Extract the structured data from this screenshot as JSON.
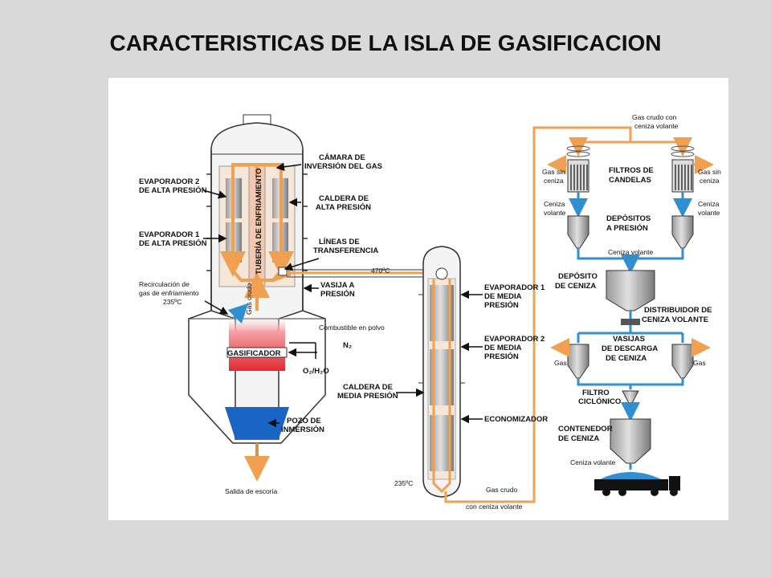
{
  "title": "CARACTERISTICAS DE LA ISLA DE GASIFICACION",
  "labels": {
    "camara_inversion": [
      "CÁMARA DE",
      "INVERSIÓN DEL GAS"
    ],
    "evaporador2_alta": [
      "EVAPORADOR 2",
      "DE ALTA PRESIÓN"
    ],
    "caldera_alta": [
      "CALDERA DE",
      "ALTA PRESIÓN"
    ],
    "evaporador1_alta": [
      "EVAPORADOR 1",
      "DE ALTA PRESIÓN"
    ],
    "lineas_transferencia": [
      "LÍNEAS DE",
      "TRANSFERENCIA"
    ],
    "tuberia_enfriamiento": "TUBERÍA DE ENFRIAMIENTO",
    "gas_crudo_vertical": "Gas crudo",
    "temp_470": "470ºC",
    "vasija_presion": [
      "VASIJA A",
      "PRESIÓN"
    ],
    "recirculacion": [
      "Recirculación de",
      "gas de enfriamiento",
      "235ºC"
    ],
    "combustible": "Combustible en polvo",
    "n2": "N₂",
    "gasificador": "GASIFICADOR",
    "o2_h2o": "O₂/H₂O",
    "pozo": [
      "POZO DE",
      "INMERSIÓN"
    ],
    "salida_escoria": "Salida de escoria",
    "evaporador1_media": [
      "EVAPORADOR 1",
      "DE MEDIA",
      "PRESIÓN"
    ],
    "evaporador2_media": [
      "EVAPORADOR 2",
      "DE MEDIA",
      "PRESIÓN"
    ],
    "caldera_media": [
      "CALDERA DE",
      "MEDIA PRESIÓN"
    ],
    "economizador": "ECONOMIZADOR",
    "temp_235": "235ºC",
    "gas_crudo_ceniza_bottom": [
      "Gas crudo",
      "con ceniza volante"
    ],
    "gas_crudo_ceniza_top": [
      "Gas crudo con",
      "ceniza volante"
    ],
    "gas_sin_ceniza_left": [
      "Gas sin",
      "ceniza"
    ],
    "gas_sin_ceniza_right": [
      "Gas sin",
      "ceniza"
    ],
    "filtros_candelas": [
      "FILTROS DE",
      "CANDELAS"
    ],
    "ceniza_volante_left": [
      "Ceniza",
      "volante"
    ],
    "ceniza_volante_right": [
      "Ceniza",
      "volante"
    ],
    "depositos_presion": [
      "DEPÓSITOS",
      "A PRESIÓN"
    ],
    "ceniza_volante_mid": "Ceniza volante",
    "deposito_ceniza": [
      "DEPÓSITO",
      "DE CENIZA"
    ],
    "distribuidor": [
      "DISTRIBUIDOR DE",
      "CENIZA VOLANTE"
    ],
    "vasijas_descarga": [
      "VASIJAS",
      "DE DESCARGA",
      "DE CENIZA"
    ],
    "gas_left": "Gas",
    "gas_right": "Gas",
    "filtro_ciclonico": [
      "FILTRO",
      "CICLÓNICO"
    ],
    "contenedor": [
      "CONTENEDOR",
      "DE CENIZA"
    ],
    "ceniza_volante_bottom": "Ceniza volante"
  },
  "colors": {
    "gas_flow": "#f0a050",
    "ash_flow": "#2f8fd0",
    "vessel_fill": "#e6e6e6",
    "gasifier_red": "#e8323c",
    "water_blue": "#1a64c8"
  }
}
